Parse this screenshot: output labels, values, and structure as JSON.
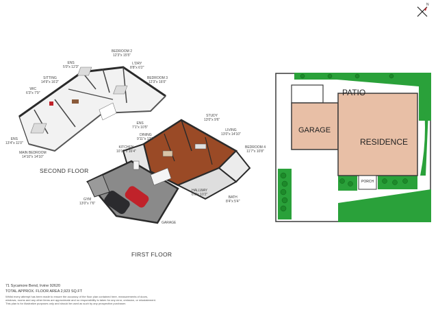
{
  "compass": {
    "label": "N",
    "icon": "compass-icon"
  },
  "second_floor": {
    "title": "SECOND FLOOR",
    "rooms": [
      {
        "key": "bedroom2",
        "name": "BEDROOM 2",
        "dims": "12'3\"x 15'5\""
      },
      {
        "key": "ens_top",
        "name": "ENS",
        "dims": "5'0\"x 12'3\""
      },
      {
        "key": "ldry",
        "name": "L'DRY",
        "dims": "8'8\"x 6'2\""
      },
      {
        "key": "sitting",
        "name": "SITTING",
        "dims": "14'9\"x 16'2\""
      },
      {
        "key": "bedroom3",
        "name": "BEDROOM 3",
        "dims": "12'3\"x 16'0\""
      },
      {
        "key": "wic",
        "name": "WIC",
        "dims": "6'3\"x 7'9\""
      },
      {
        "key": "ens_mid",
        "name": "ENS",
        "dims": "7'1\"x 10'5\""
      },
      {
        "key": "ens_left",
        "name": "ENS",
        "dims": "13'4\"x 11'0\""
      },
      {
        "key": "main_bedroom",
        "name": "MAIN BEDROOM",
        "dims": "14'10\"x 14'10\""
      }
    ]
  },
  "first_floor": {
    "title": "FIRST FLOOR",
    "rooms": [
      {
        "key": "study",
        "name": "STUDY",
        "dims": "13'0\"x 9'6\""
      },
      {
        "key": "living",
        "name": "LIVING",
        "dims": "13'0\"x 14'10\""
      },
      {
        "key": "dining",
        "name": "DINING",
        "dims": "9'11\"x 13'6\""
      },
      {
        "key": "kitchen",
        "name": "KITCHEN",
        "dims": "10'10\"x 16'4\""
      },
      {
        "key": "bedroom4",
        "name": "BEDROOM 4",
        "dims": "11'7\"x 10'8\""
      },
      {
        "key": "hallway",
        "name": "HALLWAY",
        "dims": "6'6\"x 10'2\""
      },
      {
        "key": "bath",
        "name": "BATH",
        "dims": "8'4\"x 5'4\""
      },
      {
        "key": "gym",
        "name": "GYM",
        "dims": "13'0\"x 7'6\""
      },
      {
        "key": "garage",
        "name": "GARAGE",
        "dims": ""
      }
    ]
  },
  "site_plan": {
    "patio": "PATIO",
    "garage": "GARAGE",
    "residence": "RESIDENCE",
    "porch": "PORCH"
  },
  "colors": {
    "floor_wood": "#9a4a26",
    "floor_tile": "#e6e6e6",
    "wall": "#3a3a3a",
    "garage_floor": "#8a8a8a",
    "site_building": "#e8bfa6",
    "lawn": "#2aa13a",
    "car_dark": "#2b2b2e",
    "car_red": "#c0222a"
  },
  "footer": {
    "address": "71 Sycamore Bend, Irvine 92620",
    "area": "TOTAL APPROX. FLOOR AREA 2,923 SQ.FT",
    "disclaimer1": "Whilst every attempt has been made to ensure the accuracy of the floor plan contained here, measurements of doors,",
    "disclaimer2": "windows, rooms and any other items are approximate and no responsibility is taken for any error, omission, or misstatement.",
    "disclaimer3": "This plan is for illustrative purposes only and should be used as such by any prospective purchaser."
  }
}
